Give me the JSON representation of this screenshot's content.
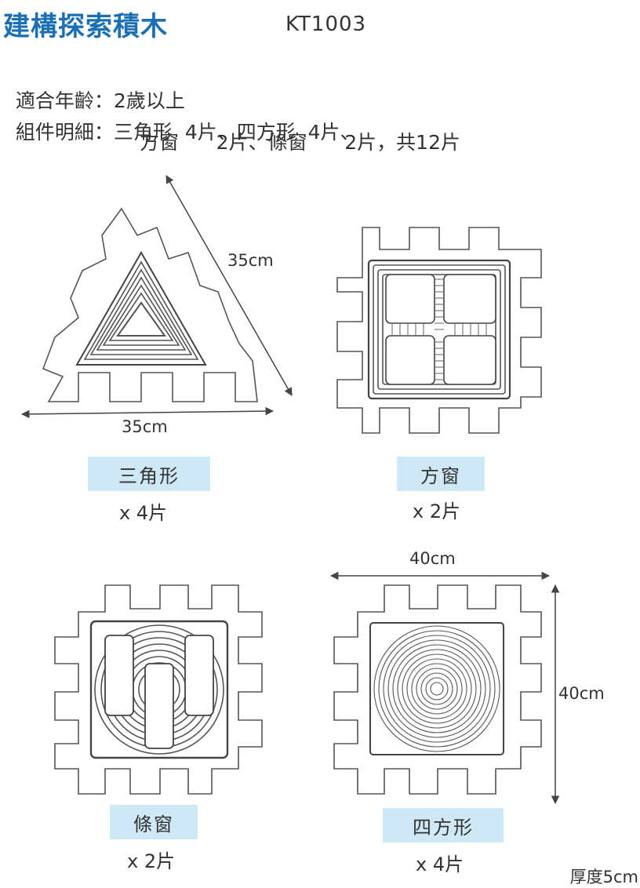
{
  "header": {
    "title": "建構探索積木",
    "code": "KT1003"
  },
  "specs": {
    "age_label": "適合年齡：",
    "age_value": "2歲以上",
    "parts_label": "組件明細：",
    "parts_line1": "三角形  4片、四方形  4片、",
    "parts_line2": "方窗      2片、條窗      2片，共12片"
  },
  "pieces": [
    {
      "name": "三角形",
      "count": "x 4片",
      "dim_a": "35cm",
      "dim_b": "35cm"
    },
    {
      "name": "方窗",
      "count": "x 2片"
    },
    {
      "name": "條窗",
      "count": "x 2片"
    },
    {
      "name": "四方形",
      "count": "x 4片",
      "dim_a": "40cm",
      "dim_b": "40cm"
    }
  ],
  "footer": {
    "thickness": "厚度5cm"
  },
  "colors": {
    "title": "#1a6fb5",
    "label_bg": "#cfe8f6",
    "line": "#444444"
  }
}
